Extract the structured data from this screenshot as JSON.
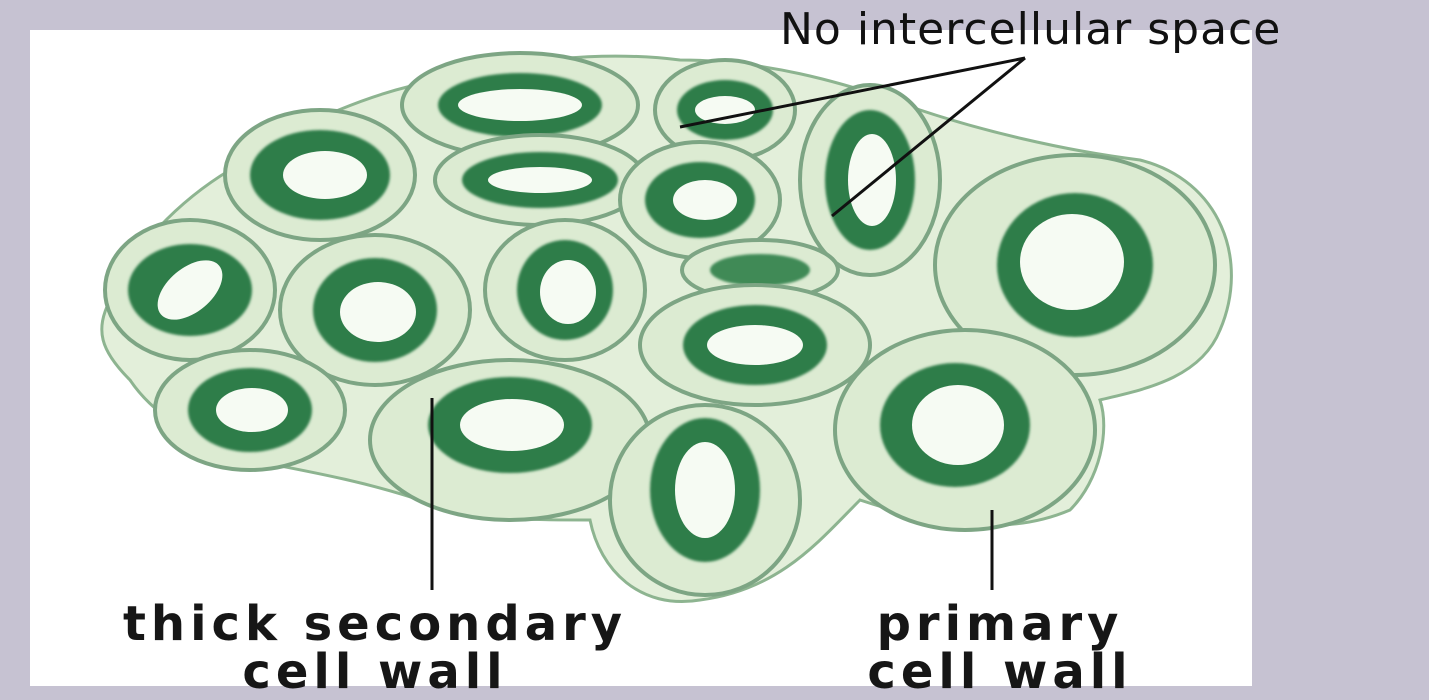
{
  "labels": {
    "top": "No intercellular space",
    "secondary_line1": "thick secondary",
    "secondary_line2": "cell wall",
    "primary_line1": "primary",
    "primary_line2": "cell wall"
  },
  "colors": {
    "background": "#c6c2d2",
    "panel": "#ffffff",
    "cell_wall_fill": "#dcebd2",
    "cell_wall_stroke": "#7da584",
    "cytoplasm_ring": "#2f7d4a",
    "lumen": "#f6fbf3",
    "leader_line": "#111111"
  }
}
